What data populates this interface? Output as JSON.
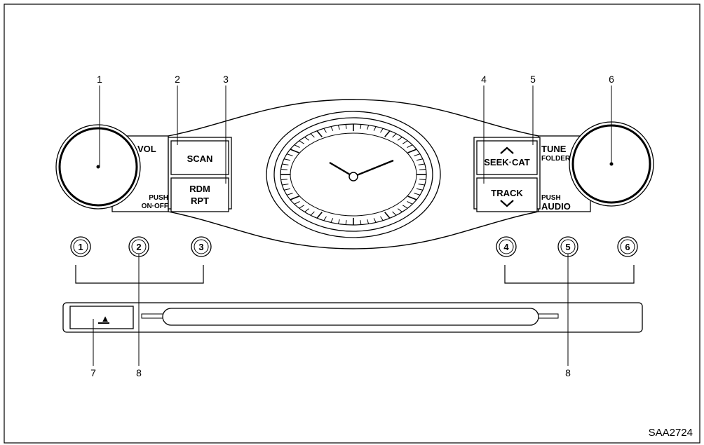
{
  "callouts": [
    "1",
    "2",
    "3",
    "4",
    "5",
    "6",
    "7",
    "8",
    "8"
  ],
  "left_knob": {
    "top_label": "VOL",
    "bottom_label_1": "PUSH",
    "bottom_label_2": "ON·OFF"
  },
  "right_knob": {
    "top_label_1": "TUNE",
    "top_label_2": "FOLDER",
    "bottom_label_1": "PUSH",
    "bottom_label_2": "AUDIO"
  },
  "buttons": {
    "scan": "SCAN",
    "rdm": "RDM",
    "rpt": "RPT",
    "seek_cat": "SEEK·CAT",
    "track": "TRACK"
  },
  "presets": [
    "1",
    "2",
    "3",
    "4",
    "5",
    "6"
  ],
  "eject_symbol": "▲",
  "figure_code": "SAA2724",
  "colors": {
    "line": "#000000",
    "background": "#ffffff"
  }
}
